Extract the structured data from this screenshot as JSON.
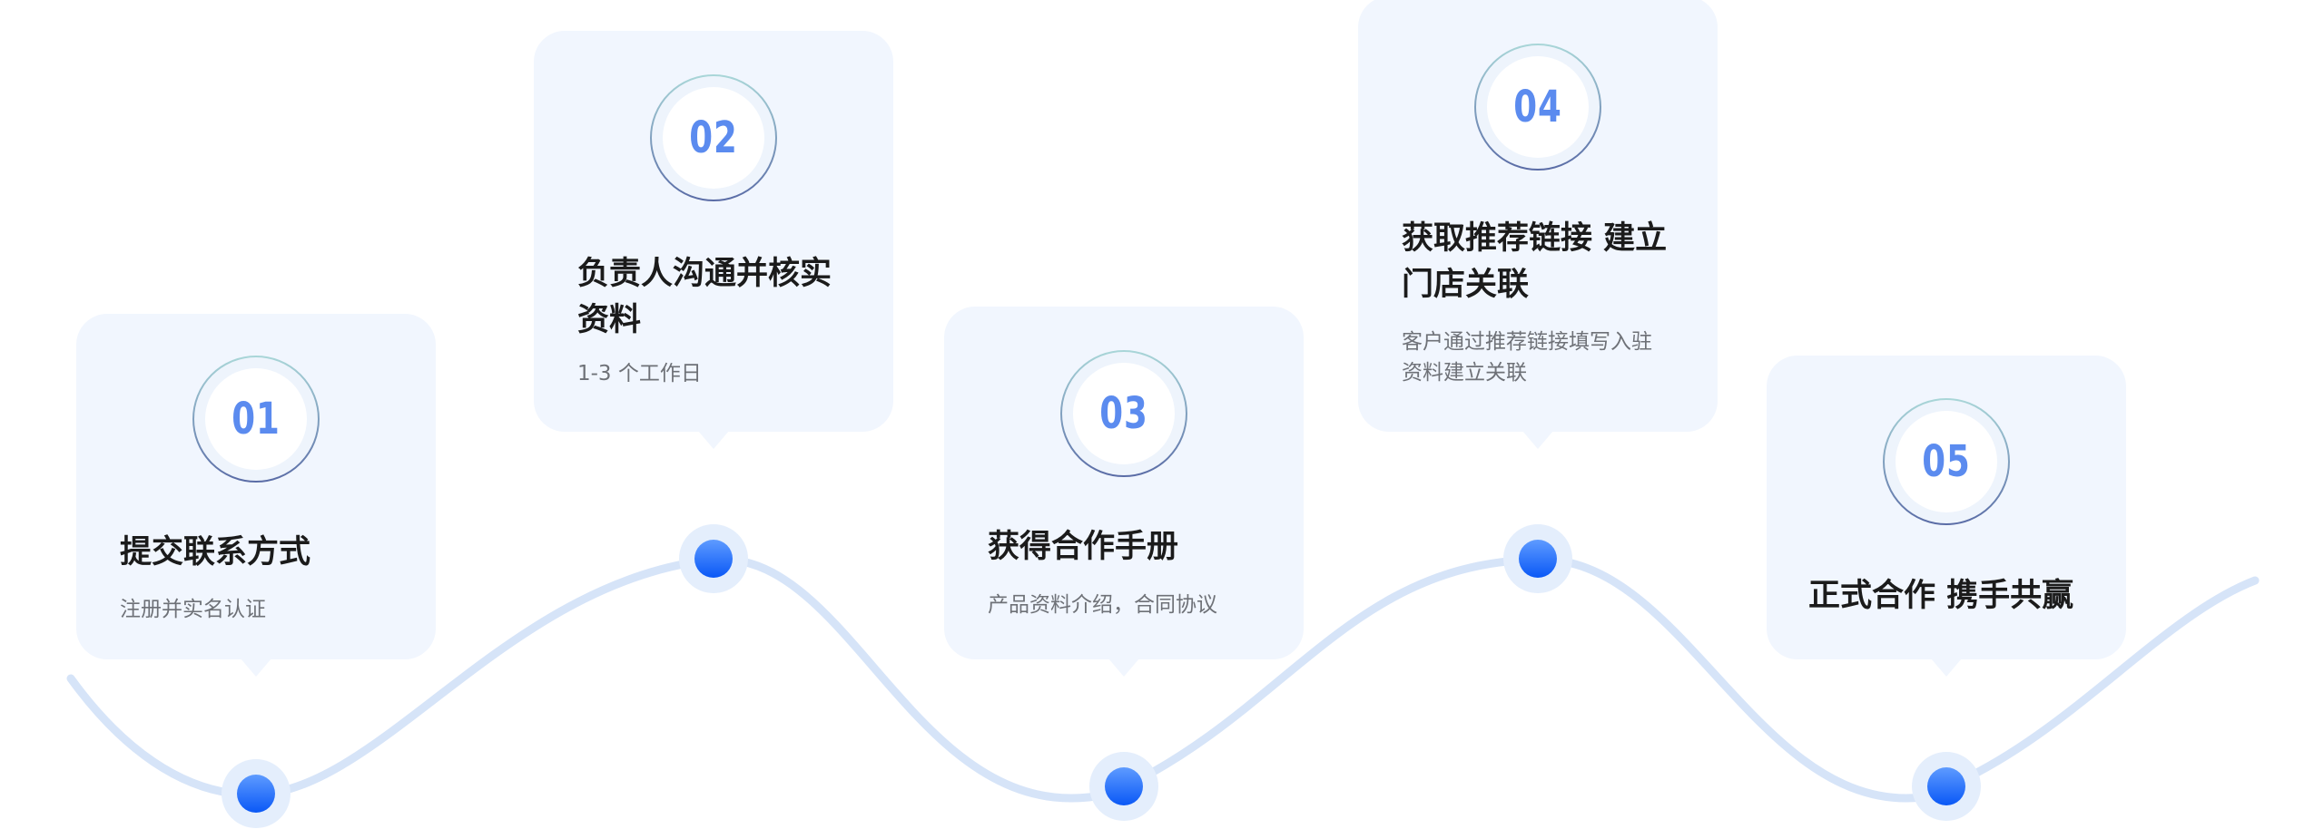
{
  "process": {
    "steps": [
      {
        "number": "01",
        "title": "提交联系方式",
        "description": "注册并实名认证"
      },
      {
        "number": "02",
        "title": "负责人沟通并核实资料",
        "description": "1-3 个工作日"
      },
      {
        "number": "03",
        "title": "获得合作手册",
        "description": "产品资料介绍，合同协议"
      },
      {
        "number": "04",
        "title": "获取推荐链接 建立门店关联",
        "description": "客户通过推荐链接填写入驻资料建立关联"
      },
      {
        "number": "05",
        "title": "正式合作 携手共赢",
        "description": ""
      }
    ]
  },
  "colors": {
    "card_background": "#F1F6FE",
    "number": "#5B8BEF",
    "title": "#1B1B1B",
    "description": "#6E7177",
    "wave_line": "#D6E4F8",
    "dot_halo": "#E4EEFC",
    "dot_core_top": "#5E9BFF",
    "dot_core_bottom": "#0A58F6"
  }
}
